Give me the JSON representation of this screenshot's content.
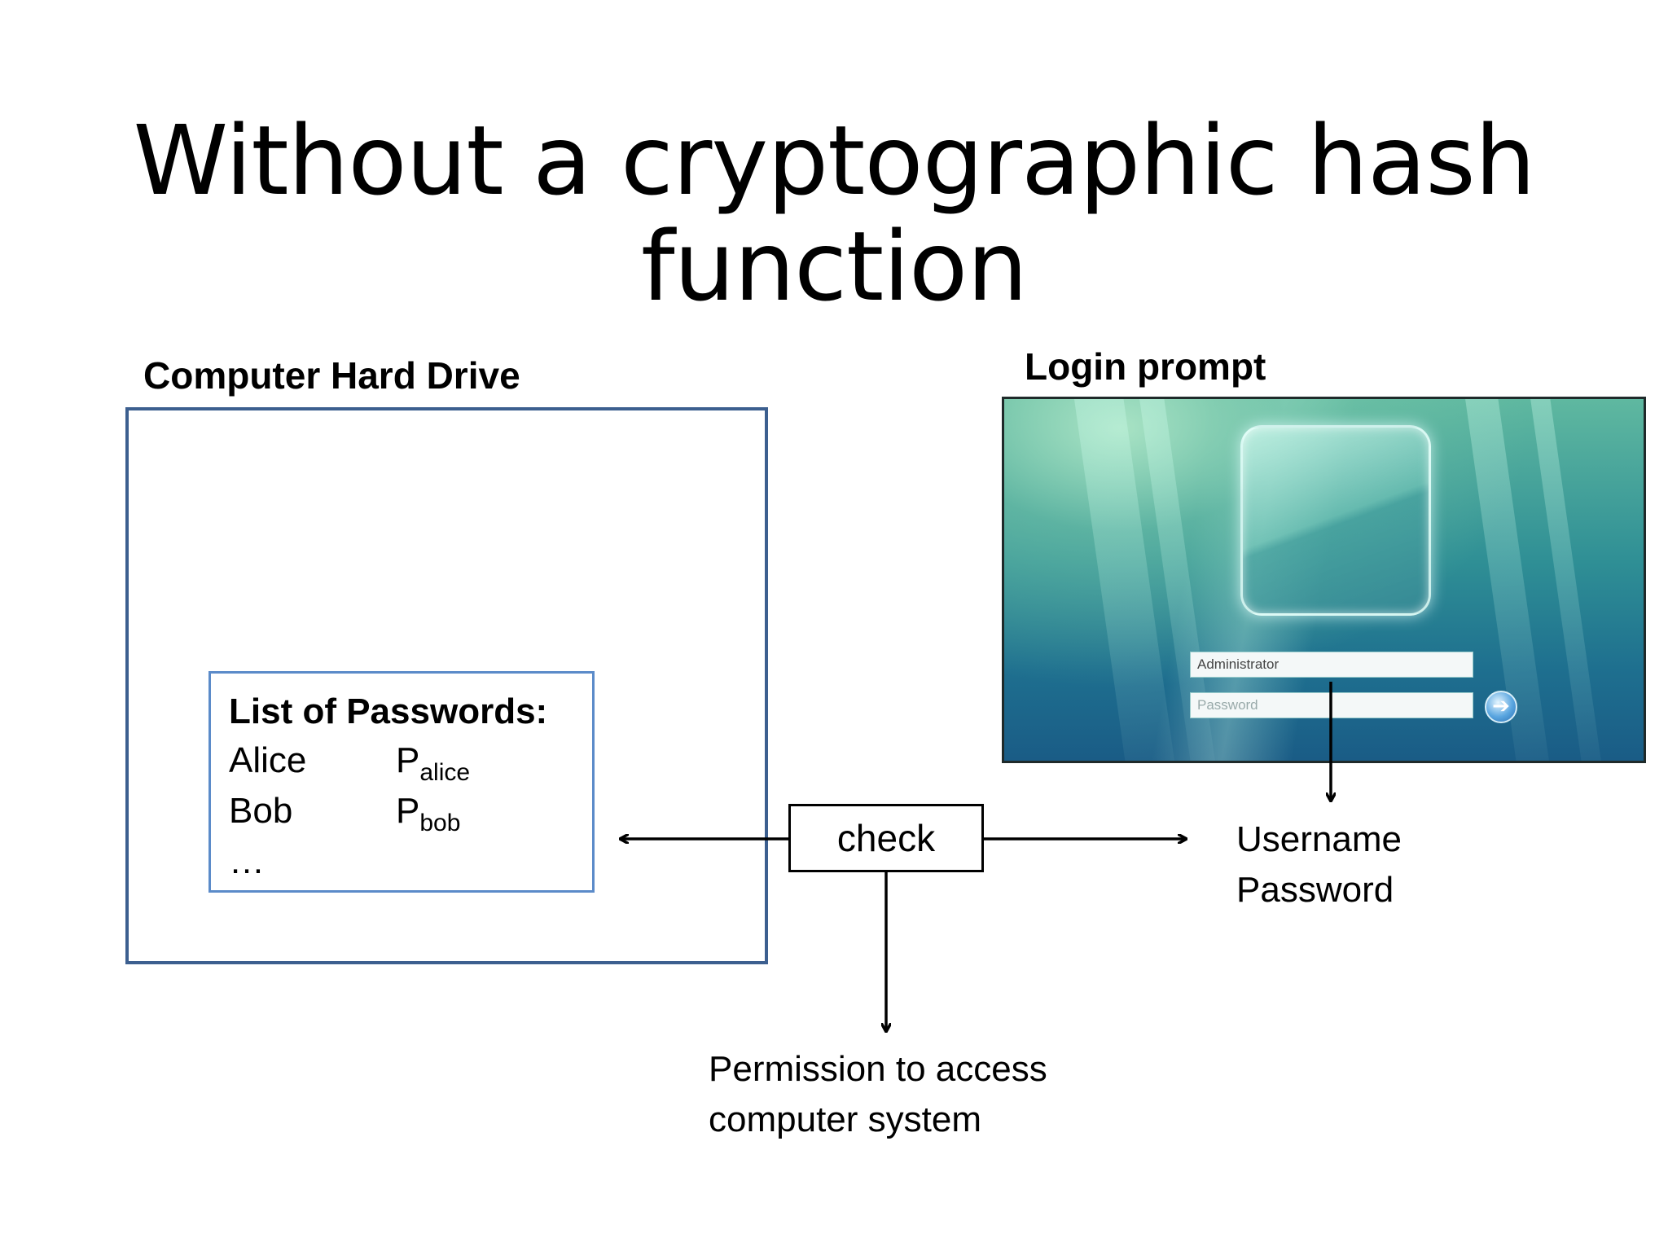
{
  "title": "Without a cryptographic hash function",
  "hard_drive": {
    "label": "Computer Hard Drive",
    "password_list": {
      "heading": "List of Passwords:",
      "entries": [
        {
          "name": "Alice",
          "value": "P",
          "subscript": "alice"
        },
        {
          "name": "Bob",
          "value": "P",
          "subscript": "bob"
        }
      ],
      "ellipsis": "…"
    }
  },
  "login": {
    "label": "Login prompt",
    "username_field": "Administrator",
    "password_placeholder": "Password",
    "go_icon": "arrow-right-icon"
  },
  "check": {
    "label": "check"
  },
  "credentials": {
    "line1": "Username",
    "line2": "Password"
  },
  "result": {
    "line1": "Permission to access",
    "line2": "computer system"
  },
  "colors": {
    "hard_drive_border": "#3c5f8f",
    "password_box_border": "#5b8bc9",
    "arrows": "#000000"
  }
}
